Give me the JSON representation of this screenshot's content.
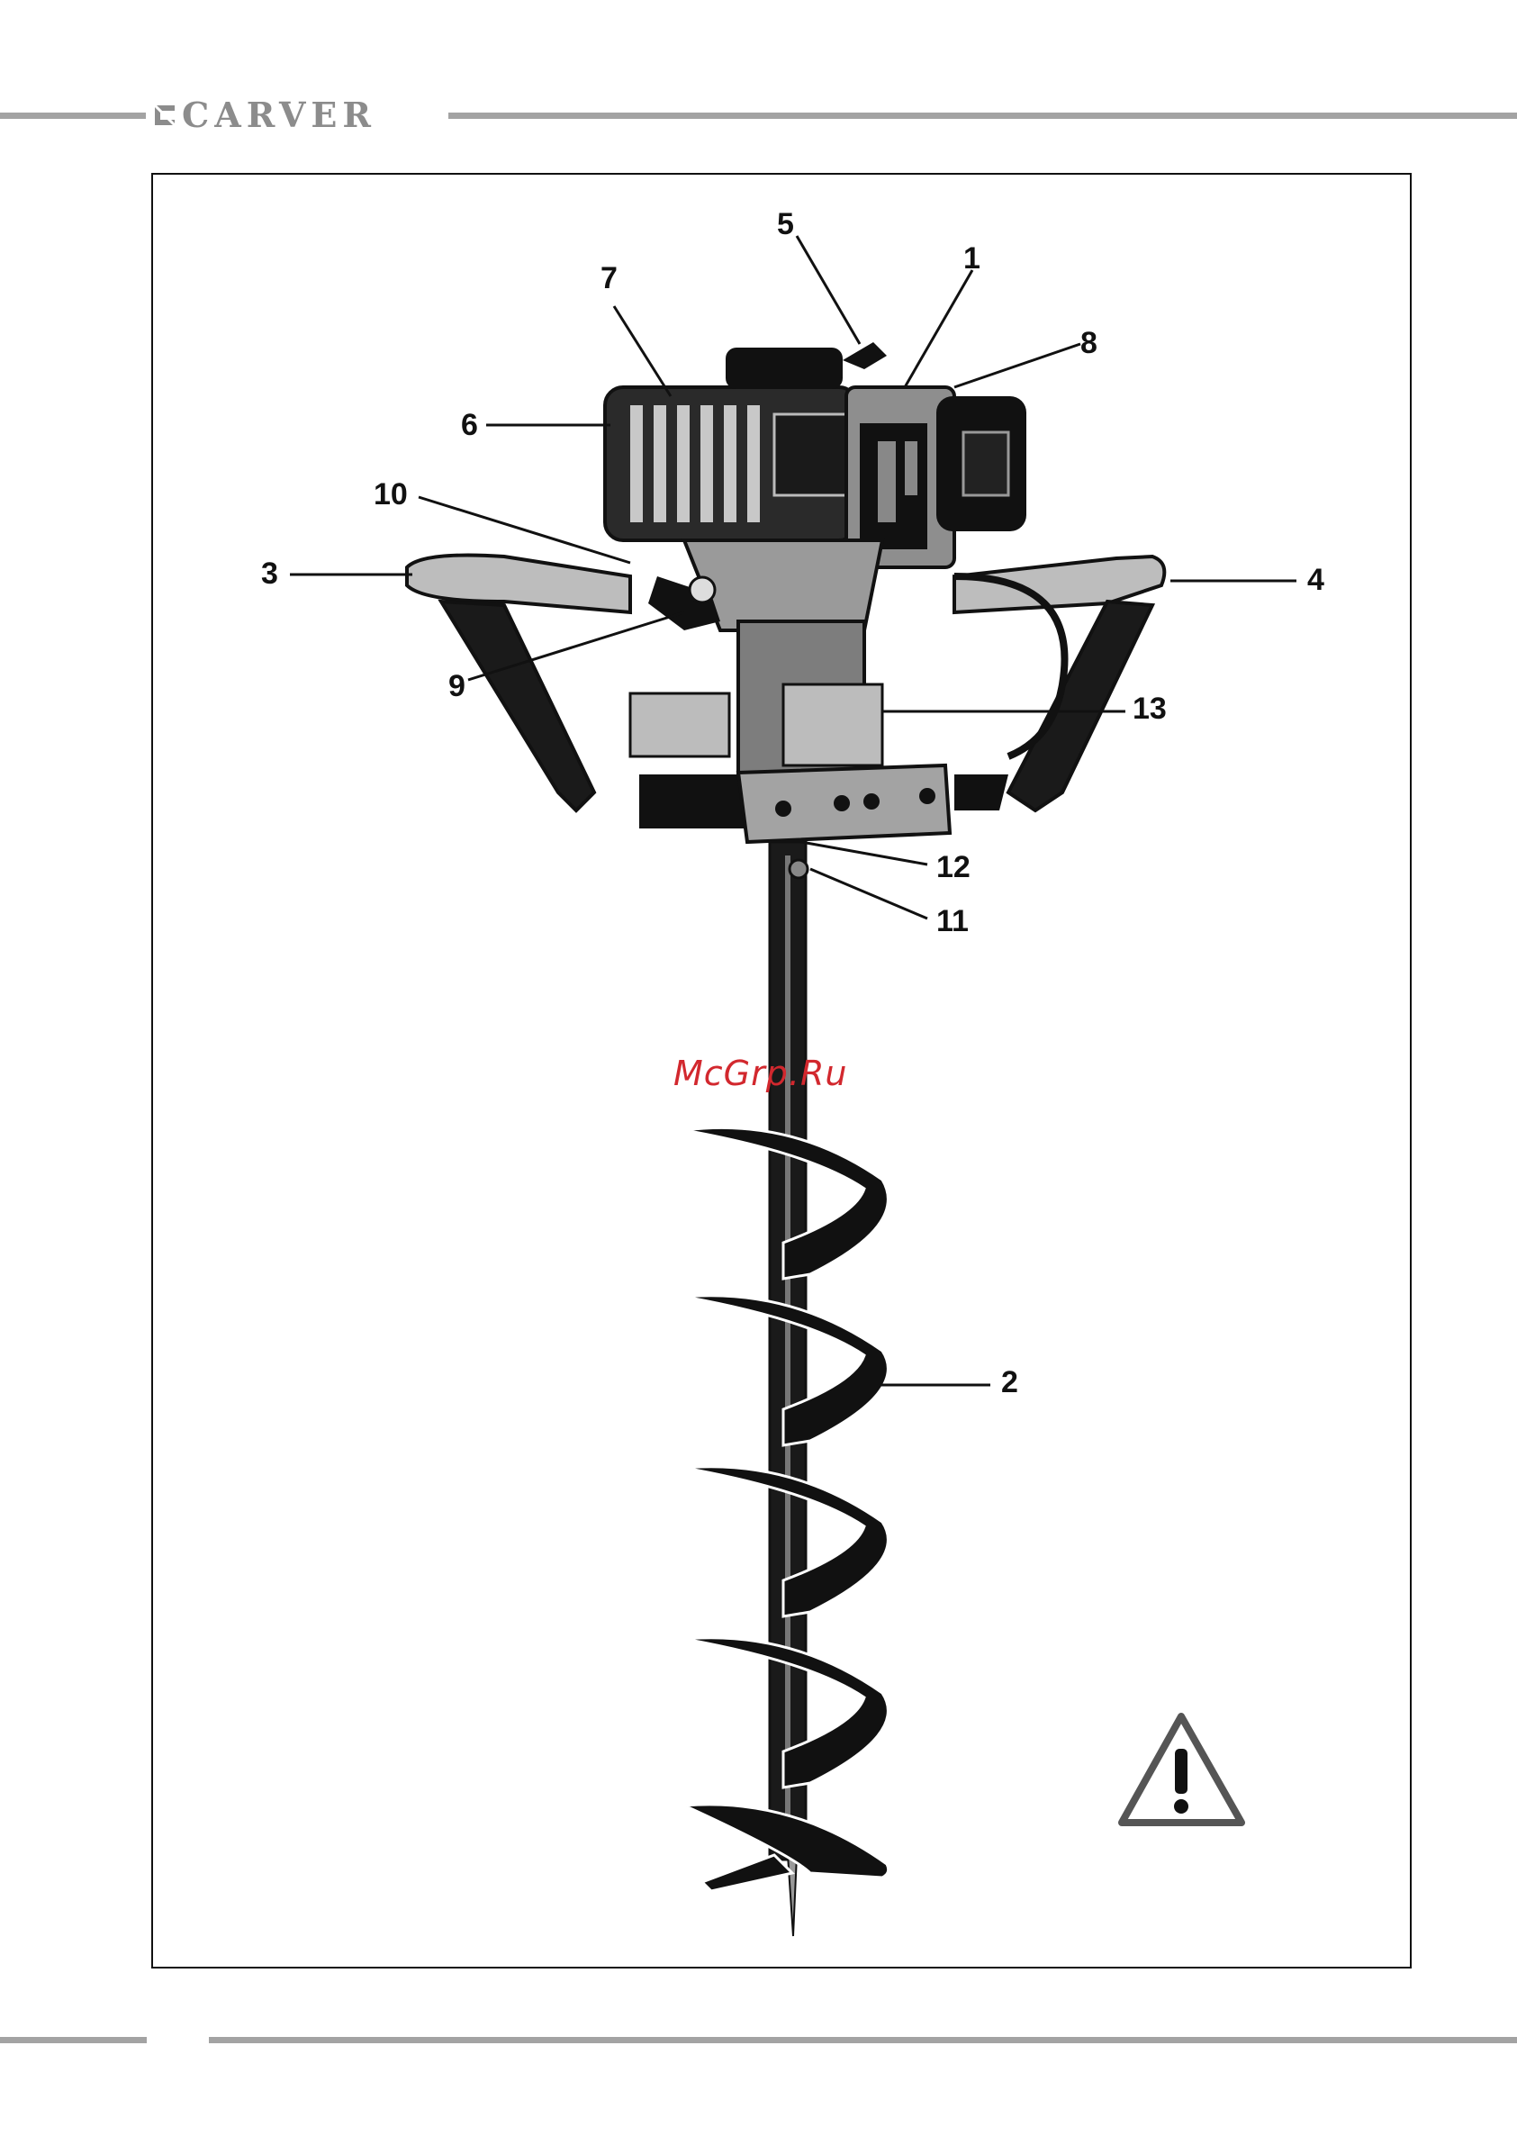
{
  "header": {
    "brand": "CARVER"
  },
  "callouts": [
    {
      "id": "5",
      "label": "5"
    },
    {
      "id": "1",
      "label": "1"
    },
    {
      "id": "7",
      "label": "7"
    },
    {
      "id": "8",
      "label": "8"
    },
    {
      "id": "6",
      "label": "6"
    },
    {
      "id": "10",
      "label": "10"
    },
    {
      "id": "3",
      "label": "3"
    },
    {
      "id": "4",
      "label": "4"
    },
    {
      "id": "9",
      "label": "9"
    },
    {
      "id": "13",
      "label": "13"
    },
    {
      "id": "12",
      "label": "12"
    },
    {
      "id": "11",
      "label": "11"
    },
    {
      "id": "2",
      "label": "2"
    }
  ],
  "watermark": "McGrp.Ru",
  "icons": {
    "warning": "warning-triangle-icon",
    "brand_mark": "carver-logo-icon"
  },
  "colors": {
    "ink": "#111111",
    "rule": "#a3a3a3",
    "watermark": "#d2282e"
  }
}
